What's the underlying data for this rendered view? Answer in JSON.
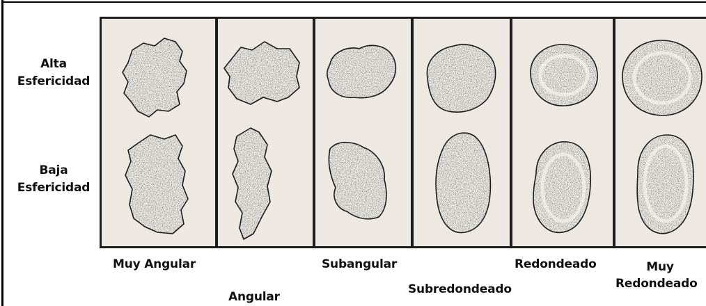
{
  "row_labels": [
    {
      "lines": [
        "Alta",
        "Esfericidad"
      ]
    },
    {
      "lines": [
        "Baja",
        "Esfericidad"
      ]
    }
  ],
  "columns": [
    {
      "lines": [
        "Muy Angular"
      ]
    },
    {
      "lines": [
        "Angular"
      ]
    },
    {
      "lines": [
        "Subangular"
      ]
    },
    {
      "lines": [
        "Subredondeado"
      ]
    },
    {
      "lines": [
        "Redondeado"
      ]
    },
    {
      "lines": [
        "Muy",
        "Redondeado"
      ]
    }
  ],
  "colors": {
    "panel": "#ede9e2",
    "grain_fill": "#f4f1ec",
    "stipple": "#2a2a2a",
    "outline": "#1a1a1a"
  }
}
